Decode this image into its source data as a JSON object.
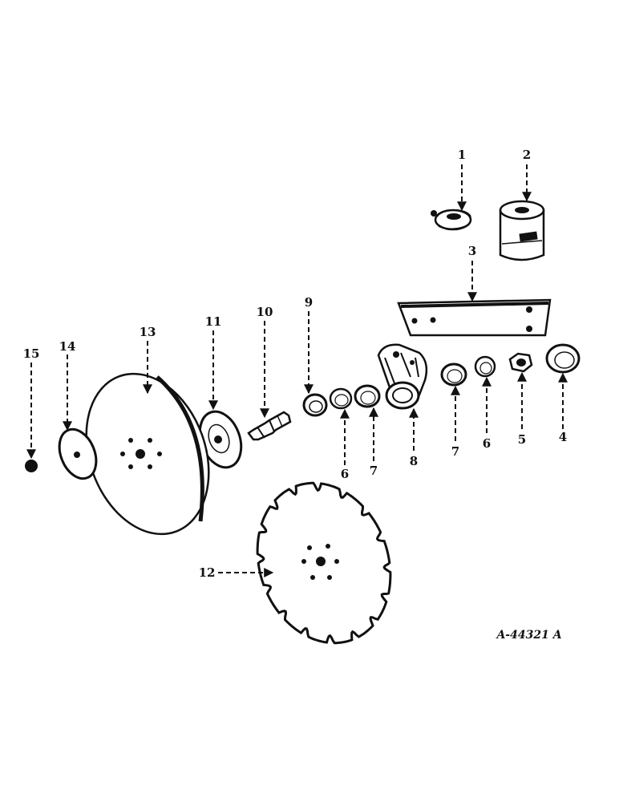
{
  "diagram": {
    "reference": "A-44321 A",
    "callouts": [
      {
        "id": "c1",
        "label": "1"
      },
      {
        "id": "c2",
        "label": "2"
      },
      {
        "id": "c3",
        "label": "3"
      },
      {
        "id": "c4",
        "label": "4"
      },
      {
        "id": "c5",
        "label": "5"
      },
      {
        "id": "c6a",
        "label": "6"
      },
      {
        "id": "c7a",
        "label": "7"
      },
      {
        "id": "c8",
        "label": "8"
      },
      {
        "id": "c7b",
        "label": "7"
      },
      {
        "id": "c6b",
        "label": "6"
      },
      {
        "id": "c9",
        "label": "9"
      },
      {
        "id": "c10",
        "label": "10"
      },
      {
        "id": "c11",
        "label": "11"
      },
      {
        "id": "c12",
        "label": "12"
      },
      {
        "id": "c13",
        "label": "13"
      },
      {
        "id": "c14",
        "label": "14"
      },
      {
        "id": "c15",
        "label": "15"
      }
    ]
  }
}
